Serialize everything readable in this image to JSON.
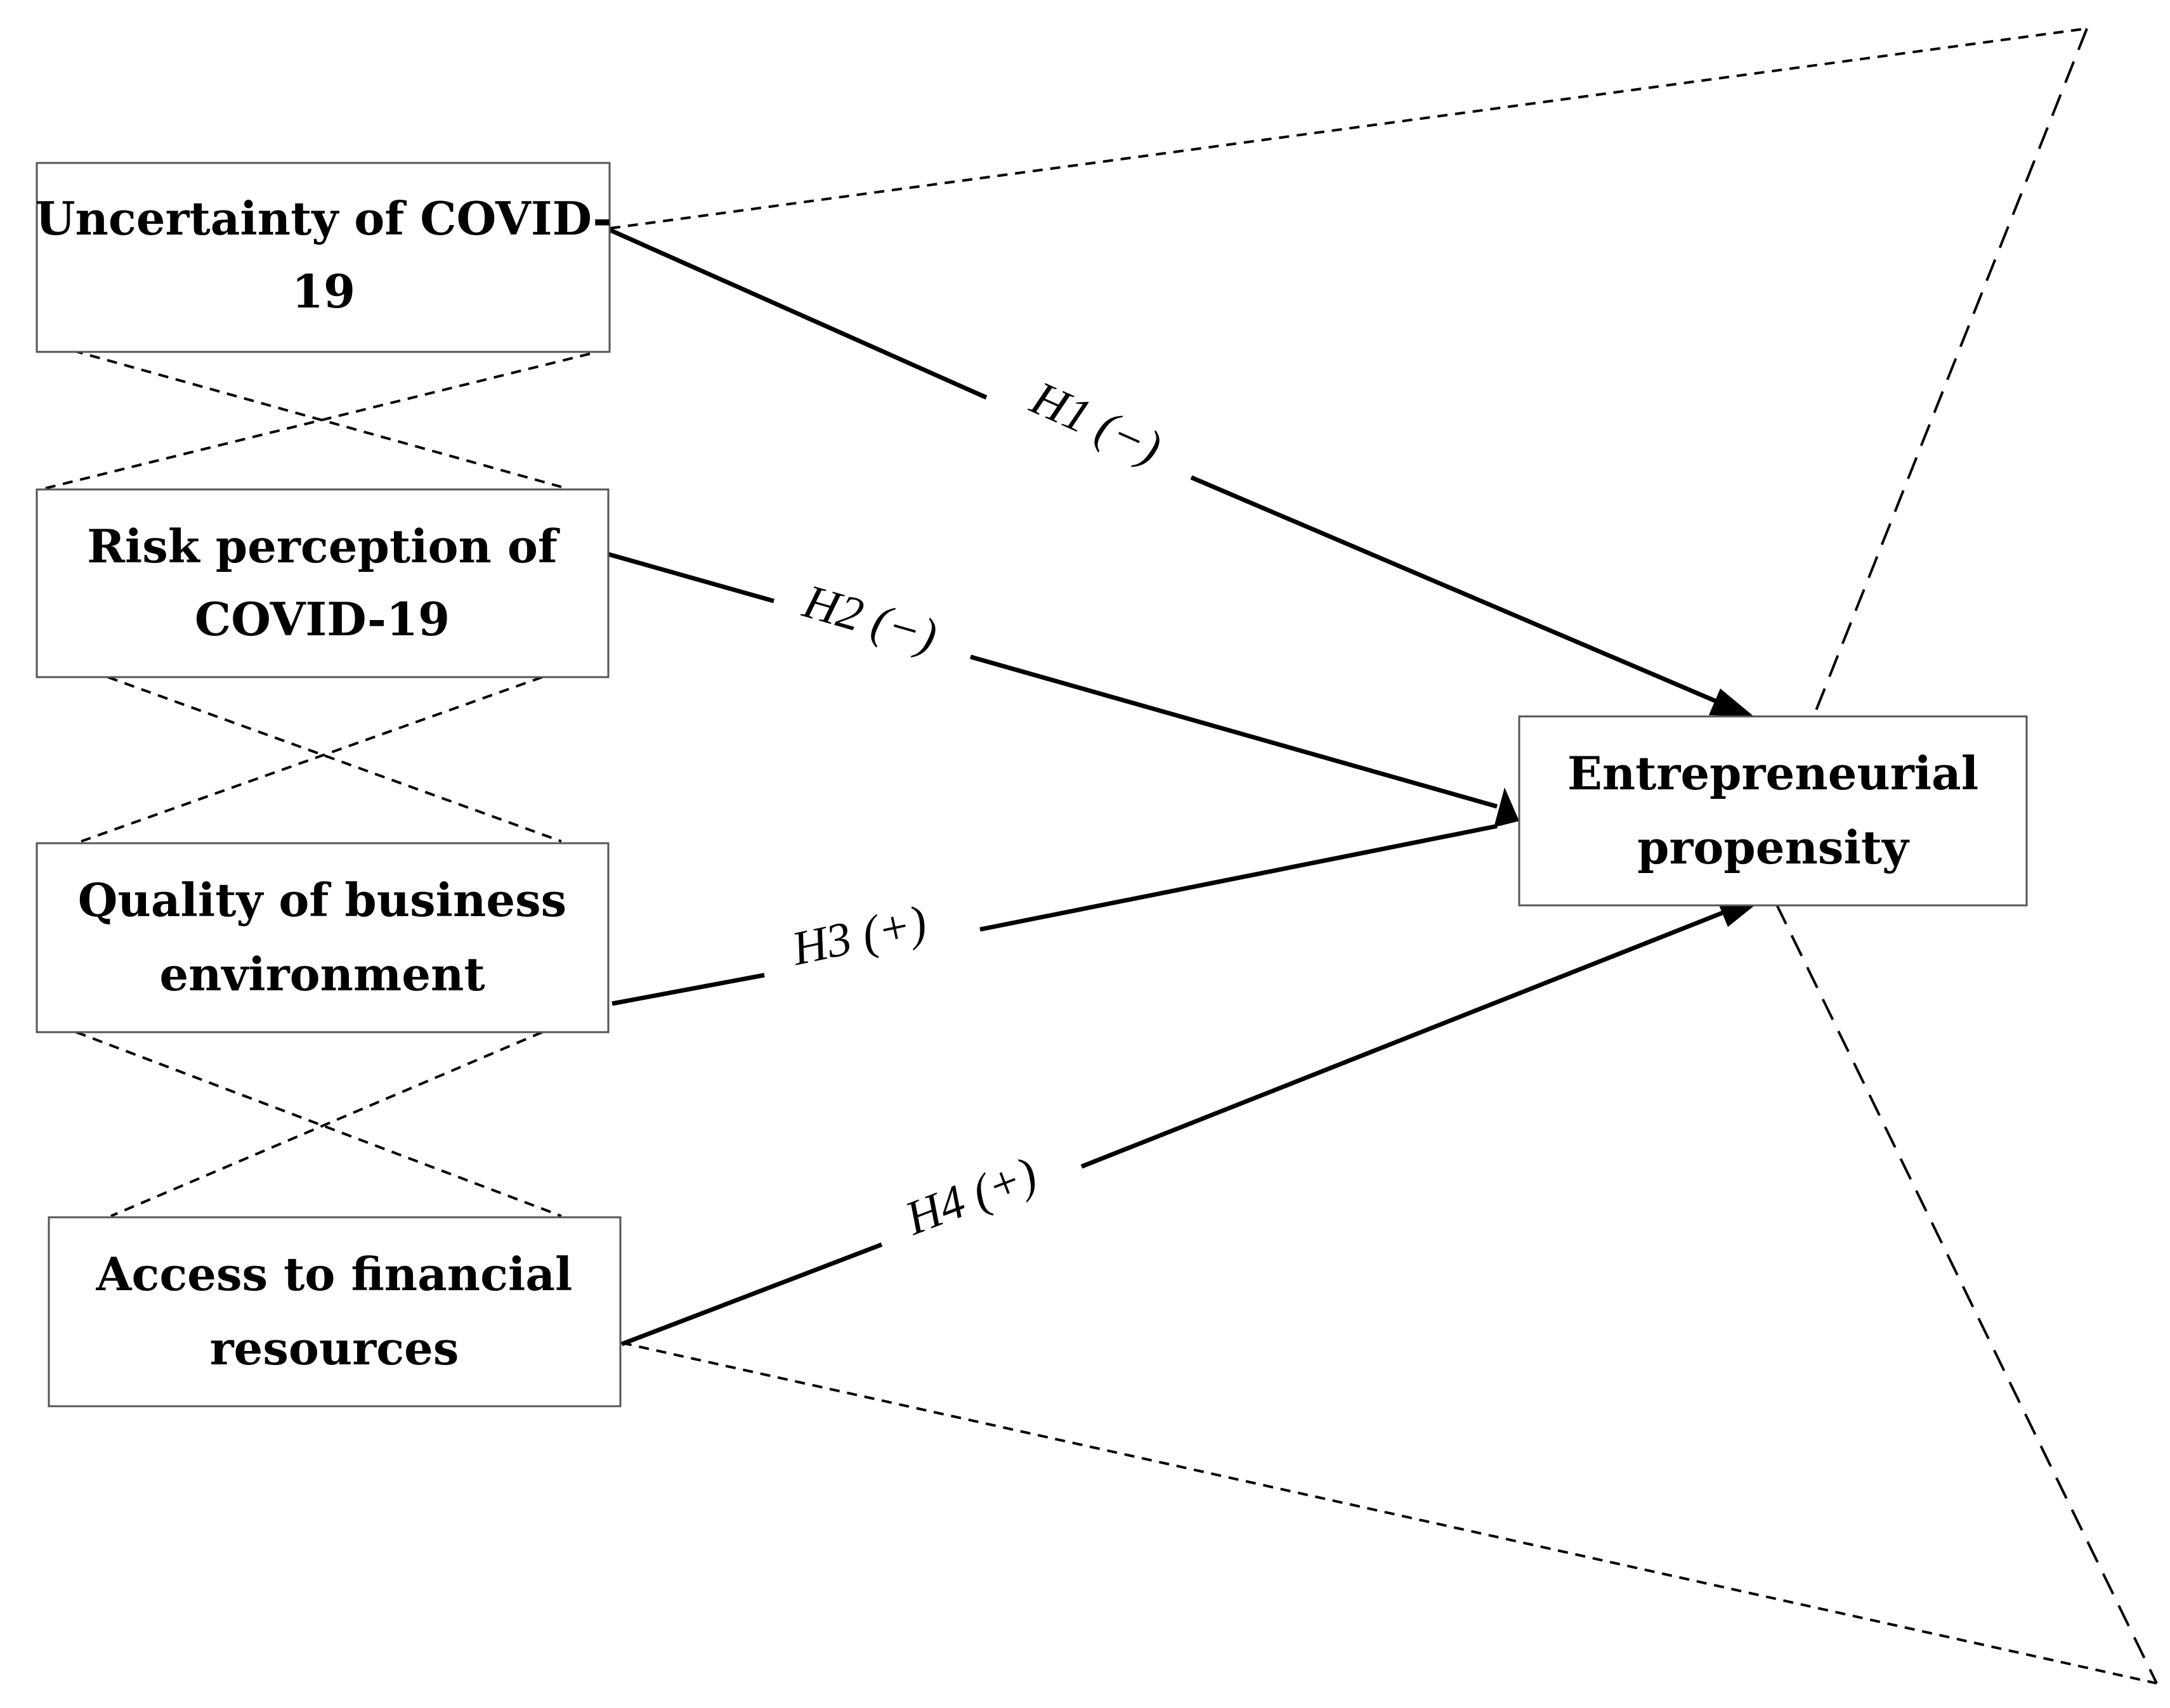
{
  "nodes": {
    "uncertainty": {
      "line1": "Uncertainty of COVID-",
      "line2": "19"
    },
    "risk": {
      "line1": "Risk perception of",
      "line2": "COVID-19"
    },
    "quality": {
      "line1": "Quality of business",
      "line2": "environment"
    },
    "access": {
      "line1": "Access to financial",
      "line2": "resources"
    },
    "outcome": {
      "line1": "Entrepreneurial",
      "line2": "propensity"
    }
  },
  "hypotheses": {
    "h1": "H1 (−)",
    "h2": "H2 (−)",
    "h3": "H3 (+)",
    "h4": "H4 (+)"
  },
  "colors": {
    "stroke": "#000000",
    "box_border": "#555555",
    "background": "#ffffff"
  }
}
